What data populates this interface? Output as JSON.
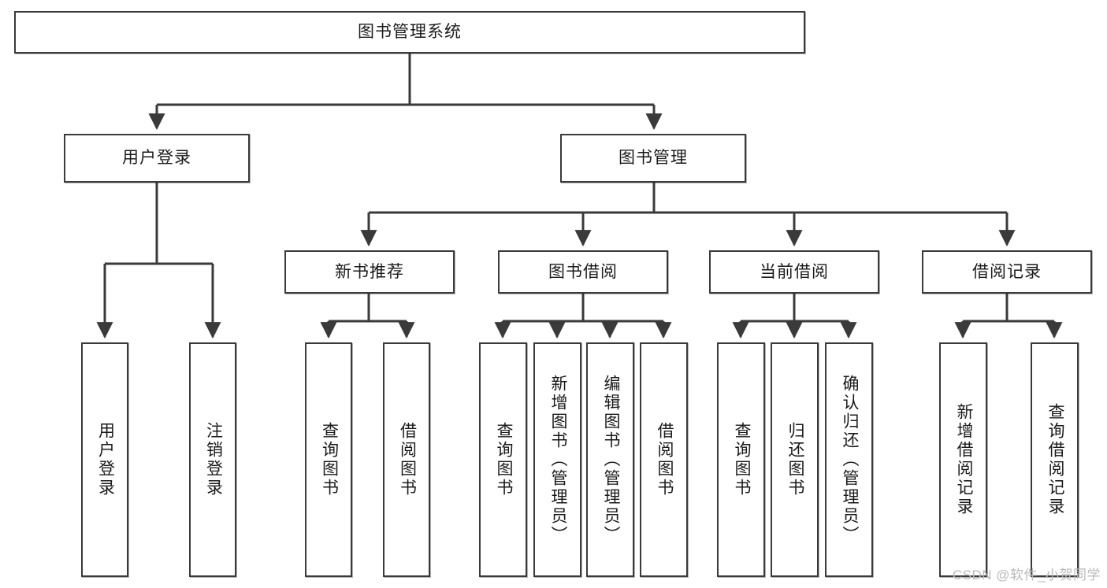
{
  "diagram": {
    "title": "图书管理系统",
    "type": "tree",
    "watermark": "CSDN @软件_小贺同学",
    "colors": {
      "box_border": "#3a3a3a",
      "box_fill": "#ffffff",
      "edge": "#3a3a3a",
      "text": "#1a1a1a",
      "watermark": "#b9b9b9"
    },
    "nodes": {
      "root": {
        "label": "图书管理系统",
        "orientation": "horizontal"
      },
      "level2": [
        {
          "label": "用户登录",
          "orientation": "horizontal"
        },
        {
          "label": "图书管理",
          "orientation": "horizontal"
        }
      ],
      "level3": [
        {
          "label": "新书推荐",
          "orientation": "horizontal"
        },
        {
          "label": "图书借阅",
          "orientation": "horizontal"
        },
        {
          "label": "当前借阅",
          "orientation": "horizontal"
        },
        {
          "label": "借阅记录",
          "orientation": "horizontal"
        }
      ],
      "leaves": {
        "user_login": [
          {
            "label": "用户登录",
            "orientation": "vertical"
          },
          {
            "label": "注销登录",
            "orientation": "vertical"
          }
        ],
        "new_book": [
          {
            "label": "查询图书",
            "orientation": "vertical"
          },
          {
            "label": "借阅图书",
            "orientation": "vertical"
          }
        ],
        "borrow": [
          {
            "label": "查询图书",
            "orientation": "vertical"
          },
          {
            "label": "新增图书（管理员）",
            "orientation": "vertical"
          },
          {
            "label": "编辑图书（管理员）",
            "orientation": "vertical"
          },
          {
            "label": "借阅图书",
            "orientation": "vertical"
          }
        ],
        "current": [
          {
            "label": "查询图书",
            "orientation": "vertical"
          },
          {
            "label": "归还图书",
            "orientation": "vertical"
          },
          {
            "label": "确认归还（管理员）",
            "orientation": "vertical"
          }
        ],
        "records": [
          {
            "label": "新增借阅记录",
            "orientation": "vertical"
          },
          {
            "label": "查询借阅记录",
            "orientation": "vertical"
          }
        ]
      }
    }
  }
}
